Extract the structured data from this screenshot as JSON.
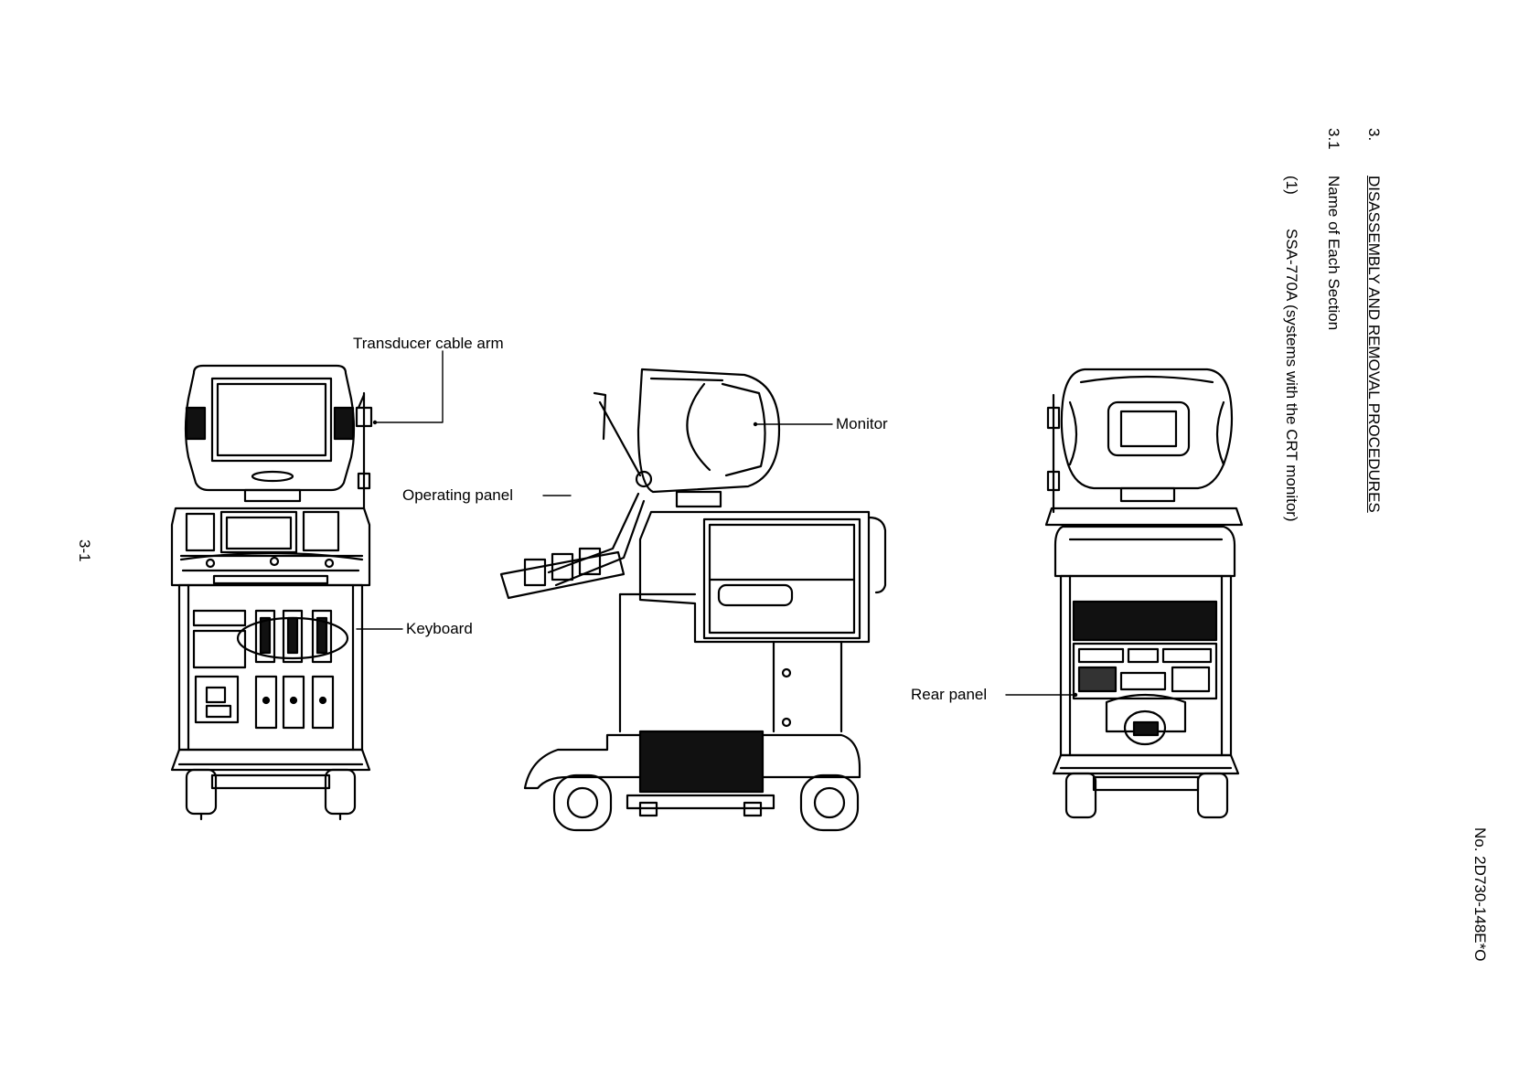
{
  "header": {
    "section_number": "3.",
    "section_title": "DISASSEMBLY AND REMOVAL PROCEDURES",
    "subsection_number": "3.1",
    "subsection_title": "Name of Each Section",
    "item_number": "(1)",
    "item_title": "SSA-770A (systems with the CRT monitor)"
  },
  "doc_number": "No. 2D730-148E*O",
  "page_number": "3-1",
  "labels": {
    "transducer_cable_arm": "Transducer cable arm",
    "keyboard": "Keyboard",
    "operating_panel": "Operating panel",
    "monitor": "Monitor",
    "rear_panel": "Rear panel"
  }
}
